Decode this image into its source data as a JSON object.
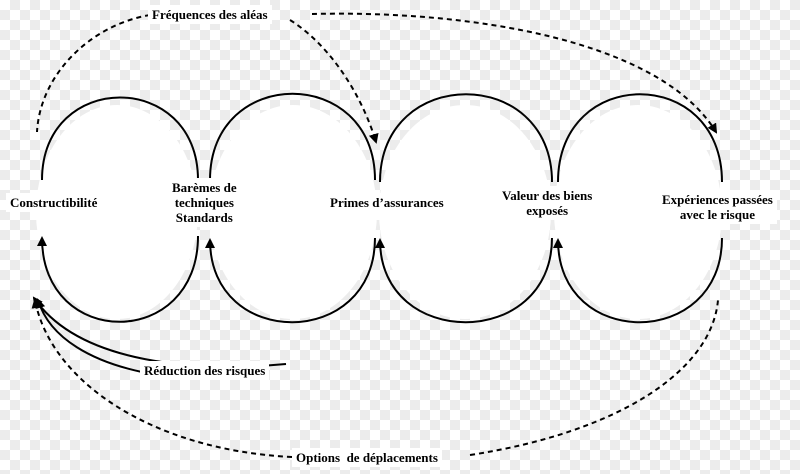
{
  "diagram": {
    "nodes": {
      "constructibilite": "Constructibilité",
      "baremes": [
        "Barèmes de",
        "techniques",
        "Standards"
      ],
      "primes": "Primes d’assurances",
      "valeur": [
        "Valeur des biens",
        "exposés"
      ],
      "experiences": [
        "Expériences passées",
        "avec le risque"
      ]
    },
    "flows": {
      "frequences": "Fréquences des aléas",
      "reduction": "Réduction des risques",
      "options": "Options  de déplacements"
    }
  }
}
